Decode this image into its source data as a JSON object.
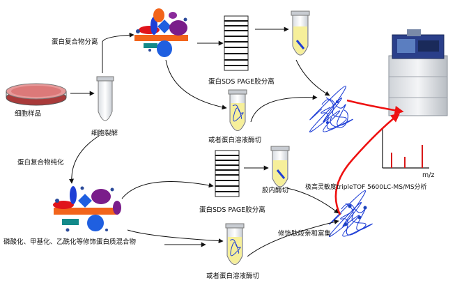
{
  "labels": {
    "complex_separation": "蛋白复合物分离",
    "cell_sample": "细胞样品",
    "cell_lysis": "细胞裂解",
    "sds_page_top": "蛋白SDS PAGE胶分离",
    "in_solution_digest_top": "或者蛋白溶液酶切",
    "complex_purification": "蛋白复合物纯化",
    "ptm_complex": "磷酸化、甲基化、乙酰化等修饰蛋白质混合物",
    "sds_page_bottom": "蛋白SDS PAGE胶分离",
    "in_gel_digest": "胶内酶切",
    "in_solution_digest_bottom": "或者蛋白溶液酶切",
    "ptm_enrichment": "修饰肽段亲和富集",
    "instrument": "极高灵敏度tripleTOF 5600LC-MS/MS分析",
    "mz_axis": "m/z"
  },
  "colors": {
    "arrow": "#111111",
    "red_arrow": "#ee1111",
    "peptide": "#1f3fd6",
    "tube_liquid": "#f6ef9a",
    "complex_orange": "#f2641b",
    "complex_blue": "#1f5fe0",
    "complex_purple": "#7a1d8a",
    "complex_red": "#e0141b",
    "complex_teal": "#138a8a",
    "spectrum_peaks": "#d81818"
  }
}
